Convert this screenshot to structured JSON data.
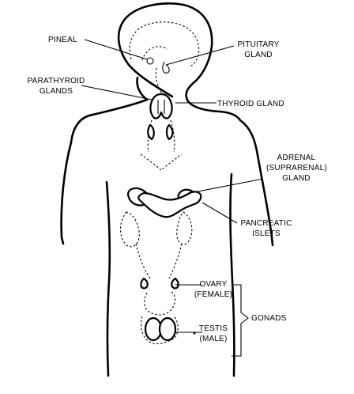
{
  "labels": {
    "pineal": "PINEAL",
    "pituitary_line1": "PITUITARY",
    "pituitary_line2": "GLAND",
    "parathyroid_line1": "PARATHYROID",
    "parathyroid_line2": "GLANDS",
    "thyroid": "THYROID GLAND",
    "adrenal_line1": "ADRENAL",
    "adrenal_line2": "(SUPRARENAL)",
    "adrenal_line3": "GLAND",
    "pancreatic_line1": "PANCREATIC",
    "pancreatic_line2": "ISLETS",
    "ovary_line1": "OVARY",
    "ovary_line2": "(FEMALE)",
    "testis_line1": "TESTIS",
    "testis_line2": "(MALE)",
    "gonads": "GONADS"
  },
  "colors": {
    "ink": "#000000",
    "background": "#ffffff"
  }
}
